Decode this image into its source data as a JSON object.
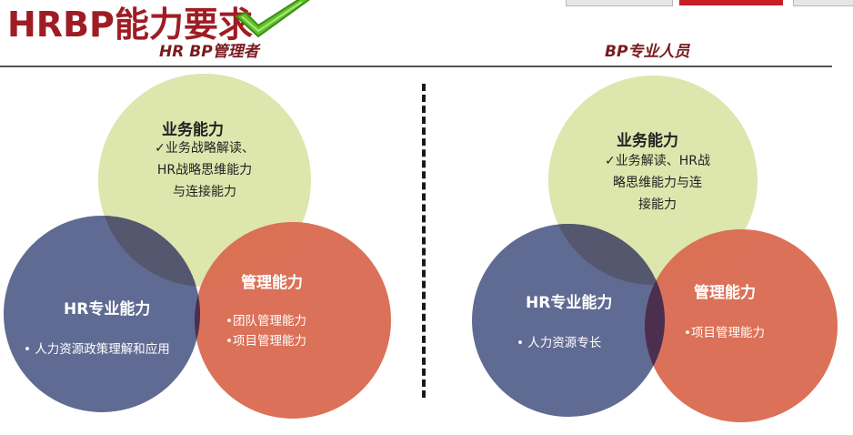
{
  "header": {
    "title": "HRBP能力要求",
    "check_icon": "green-checkmark",
    "accent": "#a01c24"
  },
  "left_panel": {
    "heading": "HR BP管理者",
    "business": {
      "title": "业务能力",
      "lines": [
        "✓业务战略解读、",
        "HR战略思维能力",
        "与连接能力"
      ]
    },
    "management": {
      "title": "管理能力",
      "lines": [
        "•团队管理能力",
        "•项目管理能力"
      ]
    },
    "hr": {
      "title": "HR专业能力",
      "lines": [
        "• 人力资源政策理解和应用"
      ]
    }
  },
  "right_panel": {
    "heading": "BP专业人员",
    "business": {
      "title": "业务能力",
      "lines": [
        "✓业务解读、HR战",
        "略思维能力与连",
        "接能力"
      ]
    },
    "management": {
      "title": "管理能力",
      "lines": [
        "•项目管理能力"
      ]
    },
    "hr": {
      "title": "HR专业能力",
      "lines": [
        "• 人力资源专长"
      ]
    }
  },
  "colors": {
    "business_circle": "#d9e4a6",
    "hr_circle": "#5b6690",
    "management_circle": "#d9694f",
    "overlap": "#4c2f4f"
  }
}
